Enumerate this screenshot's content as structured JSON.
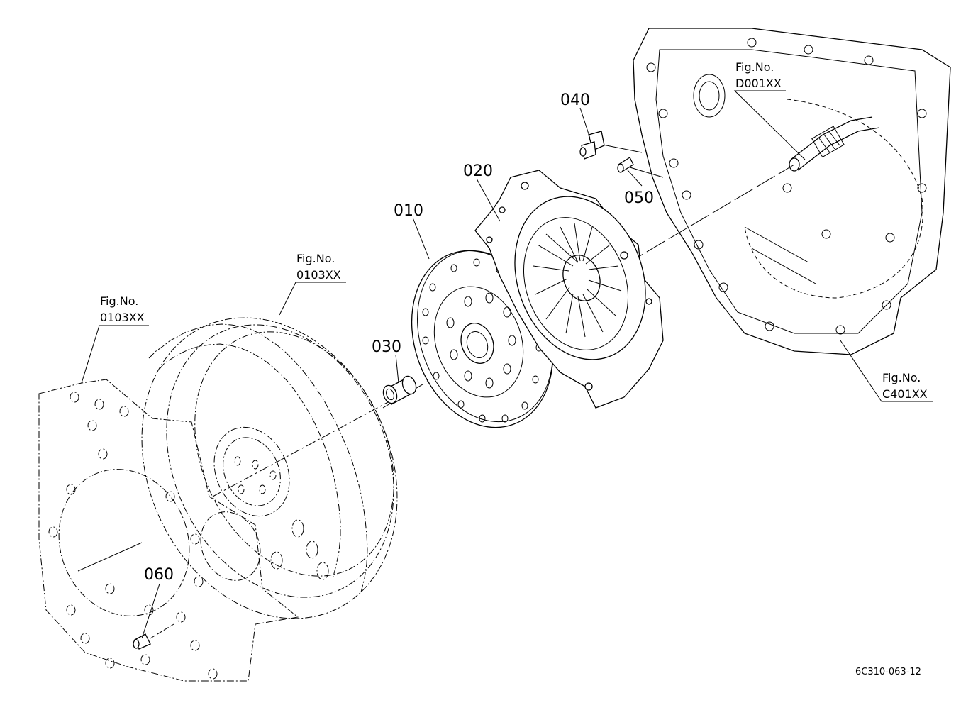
{
  "parts": [
    {
      "label": "010"
    },
    {
      "label": "020"
    },
    {
      "label": "030"
    },
    {
      "label": "040"
    },
    {
      "label": "050"
    },
    {
      "label": "060"
    }
  ],
  "fig_refs": [
    {
      "line1": "Fig.No.",
      "line2": "D001XX"
    },
    {
      "line1": "Fig.No.",
      "line2": "0103XX"
    },
    {
      "line1": "Fig.No.",
      "line2": "0103XX"
    },
    {
      "line1": "Fig.No.",
      "line2": "C401XX"
    }
  ],
  "drawing_code": "6C310-063-12"
}
